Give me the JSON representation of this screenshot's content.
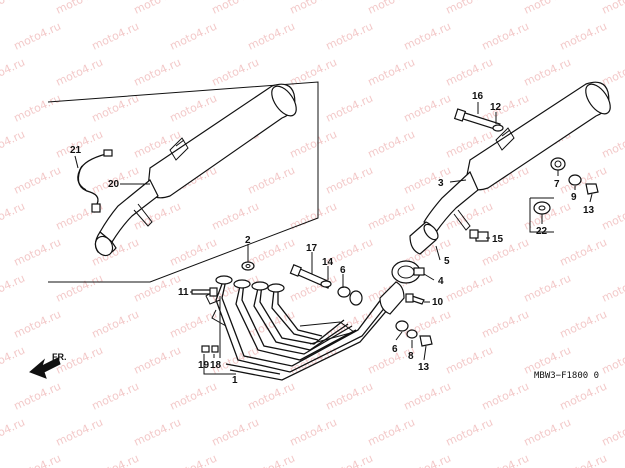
{
  "watermark": "moto4.ru",
  "diagram_code": "MBW3−F1800 0",
  "front_label": "FR.",
  "callouts": [
    {
      "id": "c1",
      "label": "1"
    },
    {
      "id": "c2",
      "label": "2"
    },
    {
      "id": "c3",
      "label": "3"
    },
    {
      "id": "c4",
      "label": "4"
    },
    {
      "id": "c5",
      "label": "5"
    },
    {
      "id": "c6a",
      "label": "6"
    },
    {
      "id": "c6b",
      "label": "6"
    },
    {
      "id": "c7",
      "label": "7"
    },
    {
      "id": "c8",
      "label": "8"
    },
    {
      "id": "c9",
      "label": "9"
    },
    {
      "id": "c10",
      "label": "10"
    },
    {
      "id": "c11",
      "label": "11"
    },
    {
      "id": "c12",
      "label": "12"
    },
    {
      "id": "c13a",
      "label": "13"
    },
    {
      "id": "c13b",
      "label": "13"
    },
    {
      "id": "c14",
      "label": "14"
    },
    {
      "id": "c15",
      "label": "15"
    },
    {
      "id": "c16",
      "label": "16"
    },
    {
      "id": "c17",
      "label": "17"
    },
    {
      "id": "c18",
      "label": "18"
    },
    {
      "id": "c19",
      "label": "19"
    },
    {
      "id": "c20",
      "label": "20"
    },
    {
      "id": "c21",
      "label": "21"
    },
    {
      "id": "c22",
      "label": "22"
    }
  ]
}
